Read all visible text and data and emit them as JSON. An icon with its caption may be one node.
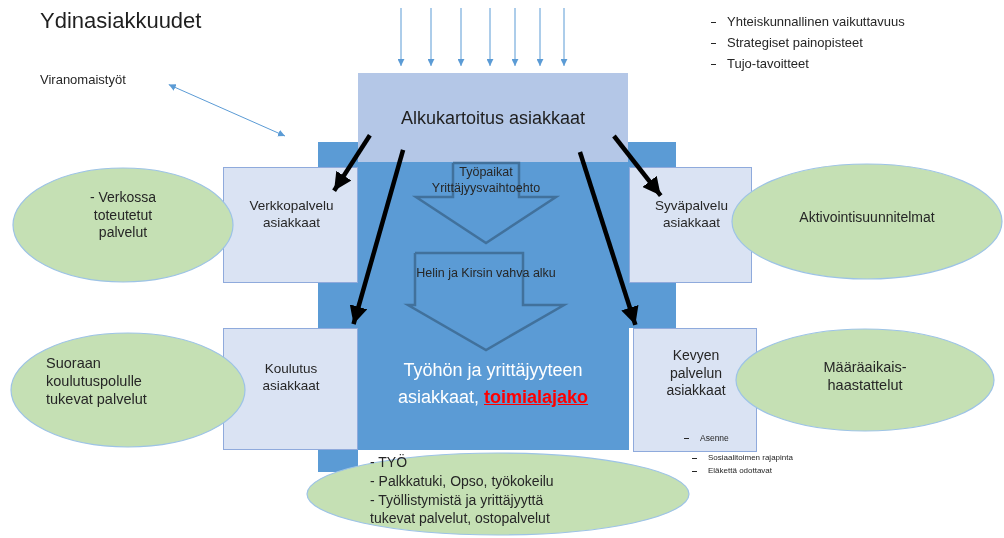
{
  "diagram": {
    "title": "Ydinasiakkuudet",
    "nodes": [
      {
        "text": [
          "Viranomaistyöt"
        ]
      },
      {
        "text": [
          "Alkukartoitus asiakkaat"
        ]
      },
      {
        "text": [
          "Työhön ja yrittäjyyteen asiakkaat, **toimialajako**"
        ]
      },
      {
        "text": [
          "Helin ja Kirsin vahva alku"
        ],
        "in": 2
      },
      {
        "text": [
          "- Verkossa toteutetut palvelut"
        ]
      },
      {
        "text": [
          "Verkkopalvelu asiakkaat"
        ]
      },
      {
        "text": [
          "Syväpalvelu asiakkaat"
        ]
      },
      {
        "text": [
          "Aktivointisuunnitelmat"
        ]
      },
      {
        "text": [
          "Suoraan koulutuspolulle tukevat palvelut"
        ]
      },
      {
        "text": [
          "Koulutus asiakkaat"
        ]
      },
      {
        "text": [
          "Kevyen palvelun asiakkaat",
          "Asenne"
        ],
        "beside": [
          "Sosiaalitoimen rajapinta",
          "Eläkettä odottavat"
        ]
      },
      {
        "text": [
          "Määräaikais- haastattelut"
        ]
      },
      {
        "text": [
          "- TYÖ",
          "- Palkkatuki, Opso, työkokeilu",
          "- Työllistymistä ja yrittäjyyttä tukevat palvelut, ostopalvelut"
        ]
      }
    ],
    "edges": [
      {
        "from": null,
        "to": 1,
        "arrow": "to"
      },
      {
        "from": null,
        "to": 1,
        "arrow": "to"
      },
      {
        "from": null,
        "to": 1,
        "arrow": "to"
      },
      {
        "from": null,
        "to": 1,
        "arrow": "to"
      },
      {
        "from": null,
        "to": 1,
        "arrow": "to"
      },
      {
        "from": null,
        "to": 1,
        "arrow": "to"
      },
      {
        "from": null,
        "to": 1,
        "arrow": "to"
      },
      {
        "from": 0,
        "to": null,
        "arrow": "both"
      },
      {
        "from": 1,
        "to": 5,
        "arrow": "to",
        "style": "thick",
        "color": "#000000"
      },
      {
        "from": 1,
        "to": 9,
        "arrow": "to",
        "style": "thick",
        "color": "#000000"
      },
      {
        "from": 1,
        "to": 6,
        "arrow": "to",
        "style": "thick",
        "color": "#000000"
      },
      {
        "from": 1,
        "to": 10,
        "arrow": "to",
        "style": "thick",
        "color": "#000000"
      },
      {
        "from": 1,
        "to": 3,
        "arrow": "to",
        "label": "Työpaikat Yrittäjyysvaihtoehto",
        "style": "thick",
        "color": "#41719c"
      }
    ],
    "labels": [
      "Yhteiskunnallinen vaikuttavuus",
      "Strategiset painopisteet",
      "Tujo-tavoitteet"
    ]
  }
}
